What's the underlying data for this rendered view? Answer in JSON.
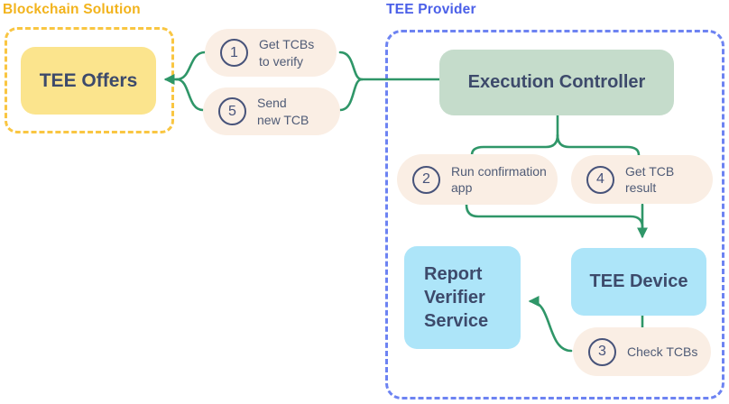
{
  "colors": {
    "yellow_label": "#F2B31C",
    "yellow_border": "#F9C642",
    "yellow_fill": "#FBE48D",
    "blue_label": "#4A5FE8",
    "blue_border": "#6D83F2",
    "sage_fill": "#C5DCCB",
    "lightblue_fill": "#ADE5F9",
    "pill_fill": "#FAEEE4",
    "navy_text": "#3D4A6B",
    "pill_text": "#4F5B76",
    "circle_stroke": "#47537A",
    "arrow_green": "#2F9668",
    "bg": "#FFFFFF"
  },
  "groups": {
    "blockchain": {
      "label": "Blockchain Solution"
    },
    "tee_provider": {
      "label": "TEE Provider"
    }
  },
  "nodes": {
    "tee_offers": {
      "label": "TEE Offers"
    },
    "execution_controller": {
      "label": "Execution Controller"
    },
    "report_verifier": {
      "label": "Report Verifier Service"
    },
    "tee_device": {
      "label": "TEE Device"
    }
  },
  "steps": [
    {
      "num": "1",
      "lines": [
        "Get TCBs",
        "to verify"
      ]
    },
    {
      "num": "2",
      "lines": [
        "Run confirmation",
        "app"
      ]
    },
    {
      "num": "3",
      "lines": [
        "Check TCBs"
      ]
    },
    {
      "num": "4",
      "lines": [
        "Get TCB",
        "result"
      ]
    },
    {
      "num": "5",
      "lines": [
        "Send",
        "new TCB"
      ]
    }
  ]
}
